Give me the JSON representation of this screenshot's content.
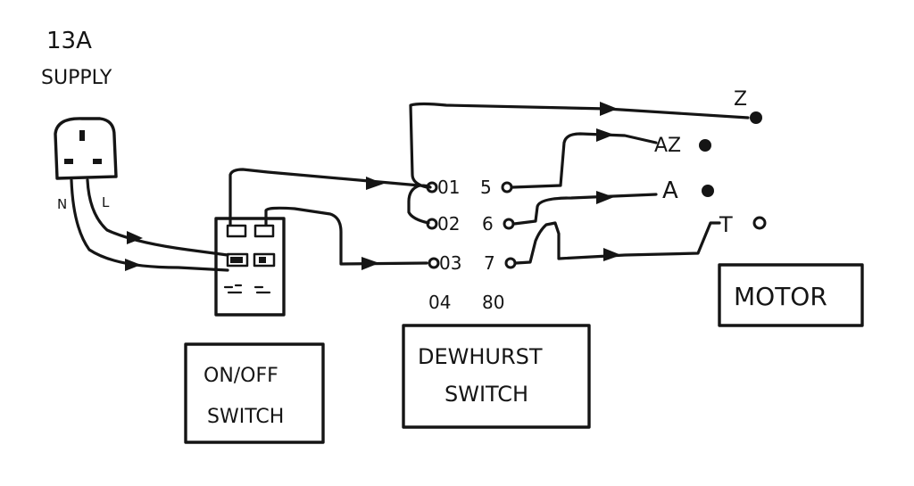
{
  "supply": {
    "line1": "13A",
    "line2": "SUPPLY",
    "neutral": "N",
    "live": "L"
  },
  "onoff": {
    "line1": "ON/OFF",
    "line2": "SWITCH"
  },
  "dewhurst": {
    "line1": "DEWHURST",
    "line2": "SWITCH",
    "terminals": [
      "01",
      "02",
      "03",
      "04",
      "5",
      "6",
      "7",
      "80"
    ]
  },
  "motor": {
    "label": "MOTOR",
    "terminals": [
      "Z",
      "AZ",
      "A",
      "T"
    ]
  }
}
